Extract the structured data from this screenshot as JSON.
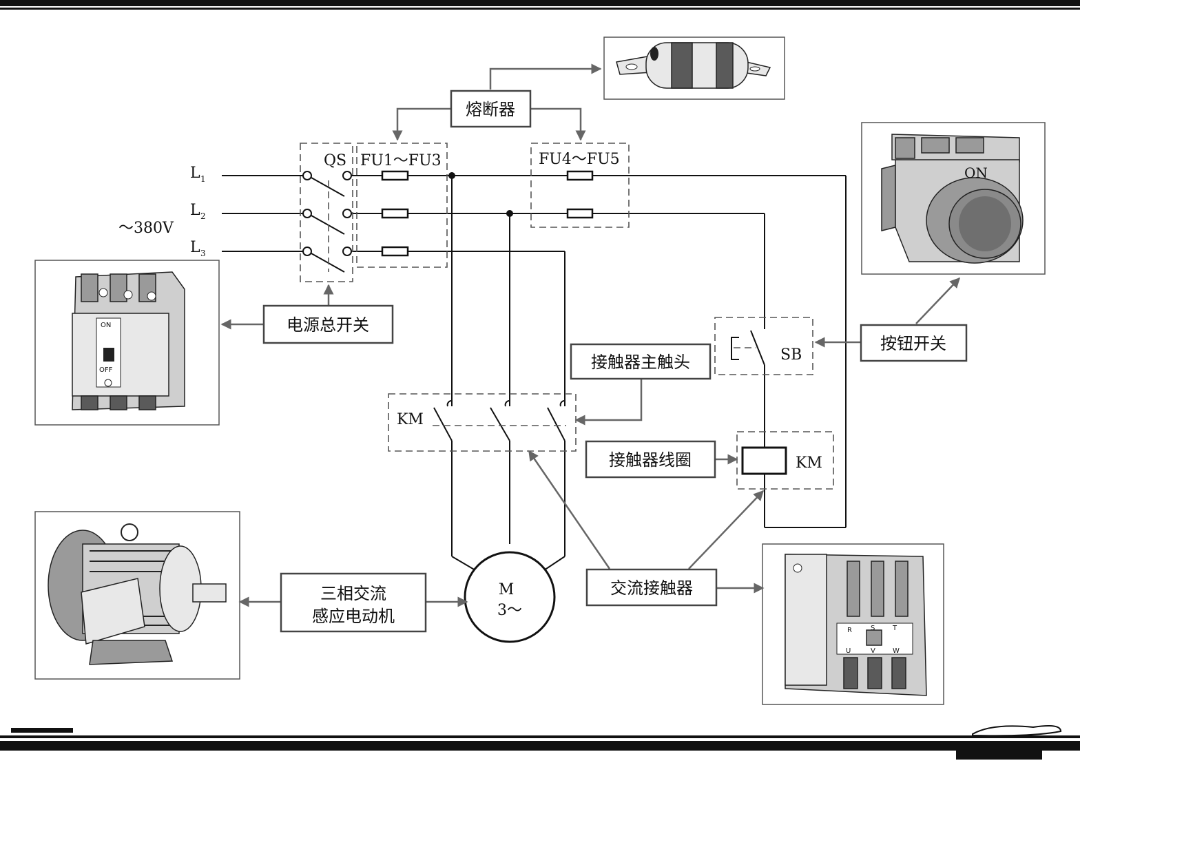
{
  "labels": {
    "fuse_title": "熔断器",
    "qs": "QS",
    "fu1_fu3": "FU1～FU3",
    "fu4_fu5": "FU4～FU5",
    "l1": "L",
    "l1_sub": "1",
    "l2": "L",
    "l2_sub": "2",
    "l3": "L",
    "l3_sub": "3",
    "voltage": "～380V",
    "power_switch": "电源总开关",
    "button_switch": "按钮开关",
    "sb": "SB",
    "contactor_main_contact": "接触器主触头",
    "km_main": "KM",
    "contactor_coil": "接触器线圈",
    "km_coil": "KM",
    "motor_line1": "三相交流",
    "motor_line2": "感应电动机",
    "motor_m": "M",
    "motor_3": "3～",
    "ac_contactor": "交流接触器",
    "button_on": "ON",
    "breaker_on": "ON",
    "breaker_off": "OFF",
    "contactor_r": "R",
    "contactor_s": "S",
    "contactor_t": "T",
    "contactor_u": "U",
    "contactor_v": "V",
    "contactor_w": "W"
  },
  "colors": {
    "wire": "#111111",
    "arrow": "#666666",
    "box_border": "#444444"
  }
}
